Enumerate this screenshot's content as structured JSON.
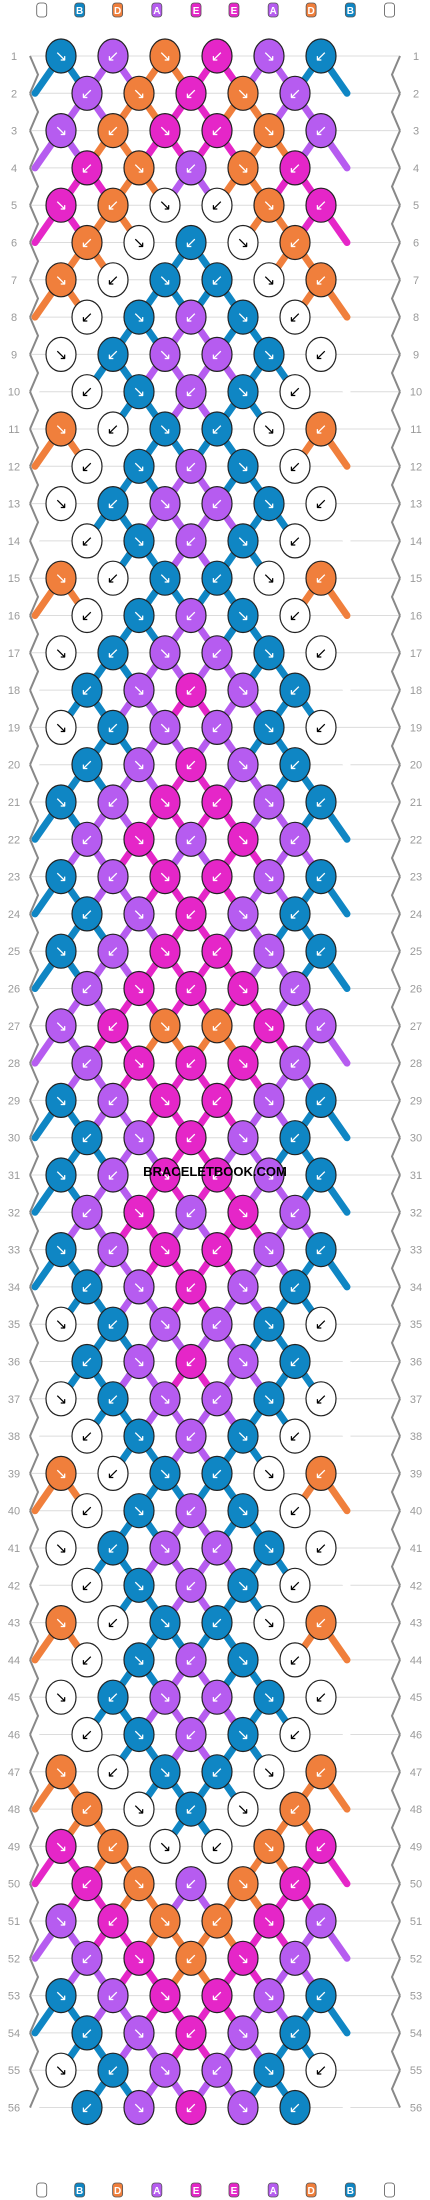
{
  "watermark": "BRACELETBOOK.COM",
  "strand_colors": {
    "A": "#b65cf0",
    "B": "#0f86c4",
    "C": "#ffffff",
    "D": "#f07f3c",
    "E": "#e526c8"
  },
  "strands_top": [
    "C",
    "B",
    "D",
    "A",
    "E",
    "E",
    "A",
    "D",
    "B",
    "C"
  ],
  "strands_bottom": [
    "C",
    "B",
    "D",
    "A",
    "E",
    "E",
    "A",
    "D",
    "B",
    "C"
  ],
  "row_count": 56,
  "rows": [
    "B A D E A B",
    "A D E D A",
    "A D E E D A",
    "E D A D E",
    "E D C C D E",
    "D C B C D",
    "D C B B C D",
    "C B A B C",
    "C B A A B C",
    "C B A B C",
    "D C B B C D",
    "C B A B C",
    "C B A A B C",
    "C B A B C",
    "D C B B C D",
    "C B A B C",
    "C B A A B C",
    "B A E A B",
    "C B A A B C",
    "B A E A B",
    "B A E E A B",
    "A E A E A",
    "B A E E A B",
    "B A E A B",
    "B A E E A B",
    "A E E E A",
    "A E D D E A",
    "A E E E A",
    "B A E E A B",
    "B A E A B",
    "B A E E A B",
    "A E A E A",
    "B A E E A B",
    "B A E A B",
    "C B A A B C",
    "B A E A B",
    "C B A A B C",
    "C B A B C",
    "D C B B C D",
    "C B A B C",
    "C B A A B C",
    "C B A B C",
    "D C B B C D",
    "C B A B C",
    "C B A A B C",
    "C B A B C",
    "D C B B C D",
    "D C B C D",
    "E D C C D E",
    "E D A D E",
    "A E D D E A",
    "A E D E A",
    "B A E E A B",
    "B A E A B",
    "C B A A B C",
    "B A E A B"
  ]
}
